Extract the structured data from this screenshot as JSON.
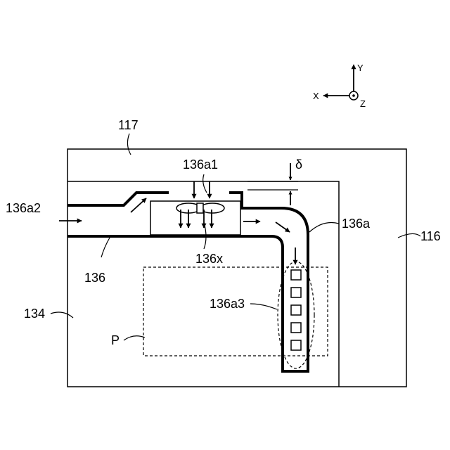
{
  "labels": {
    "ref_117": "117",
    "ref_136a1": "136a1",
    "ref_delta": "δ",
    "ref_136a2": "136a2",
    "ref_136a": "136a",
    "ref_116": "116",
    "ref_136x": "136x",
    "ref_136": "136",
    "ref_134": "134",
    "ref_136a3": "136a3",
    "ref_P": "P"
  },
  "axes": {
    "x": "X",
    "y": "Y",
    "z": "Z"
  },
  "icons": {
    "fan": "fan-icon",
    "vent": "vent-square-icon",
    "flow": "airflow-arrow-icon"
  }
}
